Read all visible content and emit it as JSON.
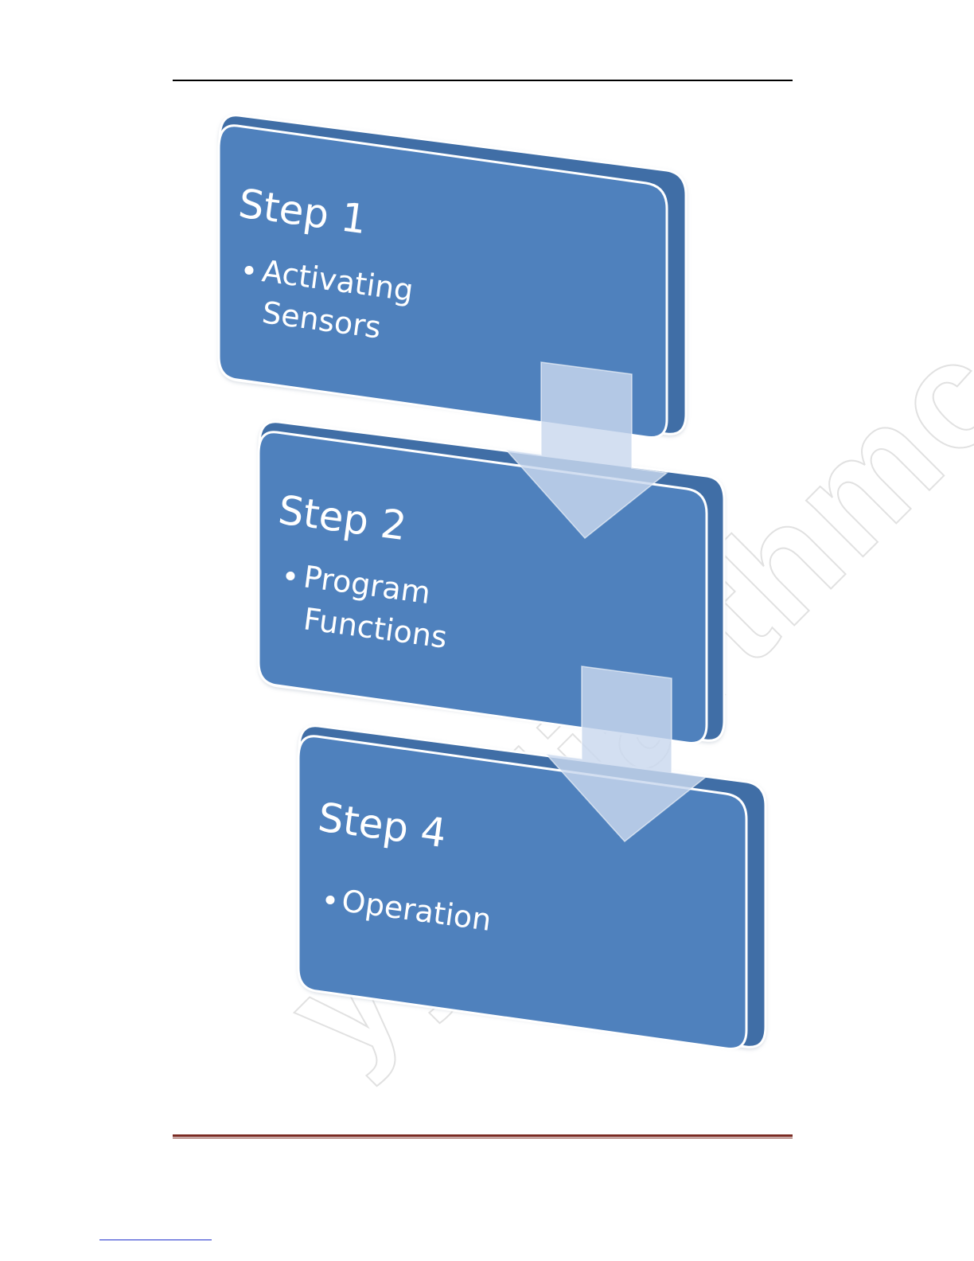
{
  "watermark": "yyadjarthmc",
  "steps": [
    {
      "title": "Step 1",
      "bullet": "•",
      "lines": [
        "Activating",
        "Sensors"
      ]
    },
    {
      "title": "Step 2",
      "bullet": "•",
      "lines": [
        "Program",
        "Functions"
      ]
    },
    {
      "title": "Step 4",
      "bullet": "•",
      "lines": [
        "Operation"
      ]
    }
  ],
  "colors": {
    "box_fill": "#4f81bd",
    "box_side": "#3f6ea6",
    "box_outline": "#ffffff",
    "arrow_fill": "#c9d8ee",
    "rule_top": "#000000",
    "rule_bottom": "#7a2a22"
  }
}
